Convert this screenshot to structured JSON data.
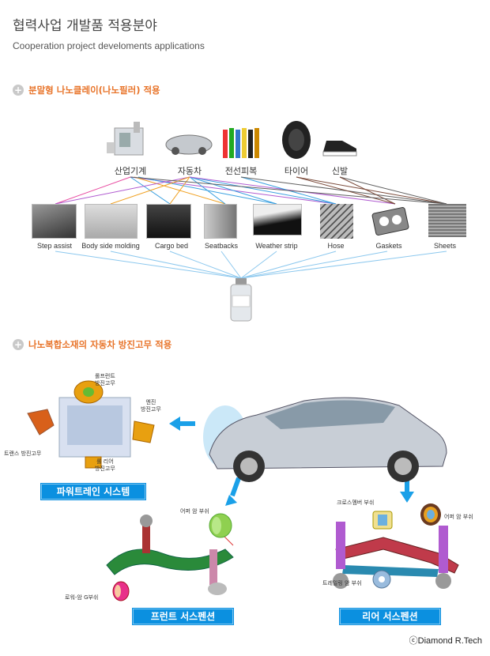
{
  "header": {
    "title": "협력사업 개발품 적용분야",
    "subtitle": "Cooperation project develoments applications"
  },
  "section1": {
    "label": "분말형 나노클레이(나노필러) 적용",
    "industries": [
      {
        "label": "산업기계",
        "icon": "industrial-machine-icon"
      },
      {
        "label": "자동차",
        "icon": "car-frame-icon"
      },
      {
        "label": "전선피복",
        "icon": "cable-icon"
      },
      {
        "label": "타이어",
        "icon": "tire-icon"
      },
      {
        "label": "신발",
        "icon": "sneaker-icon"
      }
    ],
    "products": [
      {
        "label": "Step assist"
      },
      {
        "label": "Body side molding"
      },
      {
        "label": "Cargo bed"
      },
      {
        "label": "Seatbacks"
      },
      {
        "label": "Weather strip"
      },
      {
        "label": "Hose"
      },
      {
        "label": "Gaskets"
      },
      {
        "label": "Sheets"
      }
    ],
    "link_colors": [
      "#b05bd0",
      "#3aa0e0",
      "#f0a020",
      "#7a4a3a",
      "#606060",
      "#e84aa0"
    ]
  },
  "section2": {
    "label": "나노복합소재의 자동차 방진고무 적용",
    "powertrain": {
      "button": "파워트레인 시스템",
      "callouts": {
        "roll_front": "롤프런트\n방진고무",
        "engine": "엔진\n방진고무",
        "trans": "트랜스 방진고무",
        "roll_rear": "롤 리어\n방진고무"
      }
    },
    "front": {
      "button": "프런트 서스펜션",
      "callouts": {
        "upper_arm": "어퍼 암 부쉬",
        "lower_arm": "로워-암 G부쉬"
      }
    },
    "rear": {
      "button": "리어 서스펜션",
      "callouts": {
        "cross_member": "크로스멤버 부쉬",
        "upper_arm": "어퍼 암 부쉬",
        "trailing_arm": "트레일링 암 부쉬"
      }
    }
  },
  "footer": {
    "copyright": "ⓒDiamond R.Tech"
  },
  "colors": {
    "accent": "#e8742a",
    "button_blue": "#0b90e0",
    "arrow_blue": "#1aa0e8"
  }
}
